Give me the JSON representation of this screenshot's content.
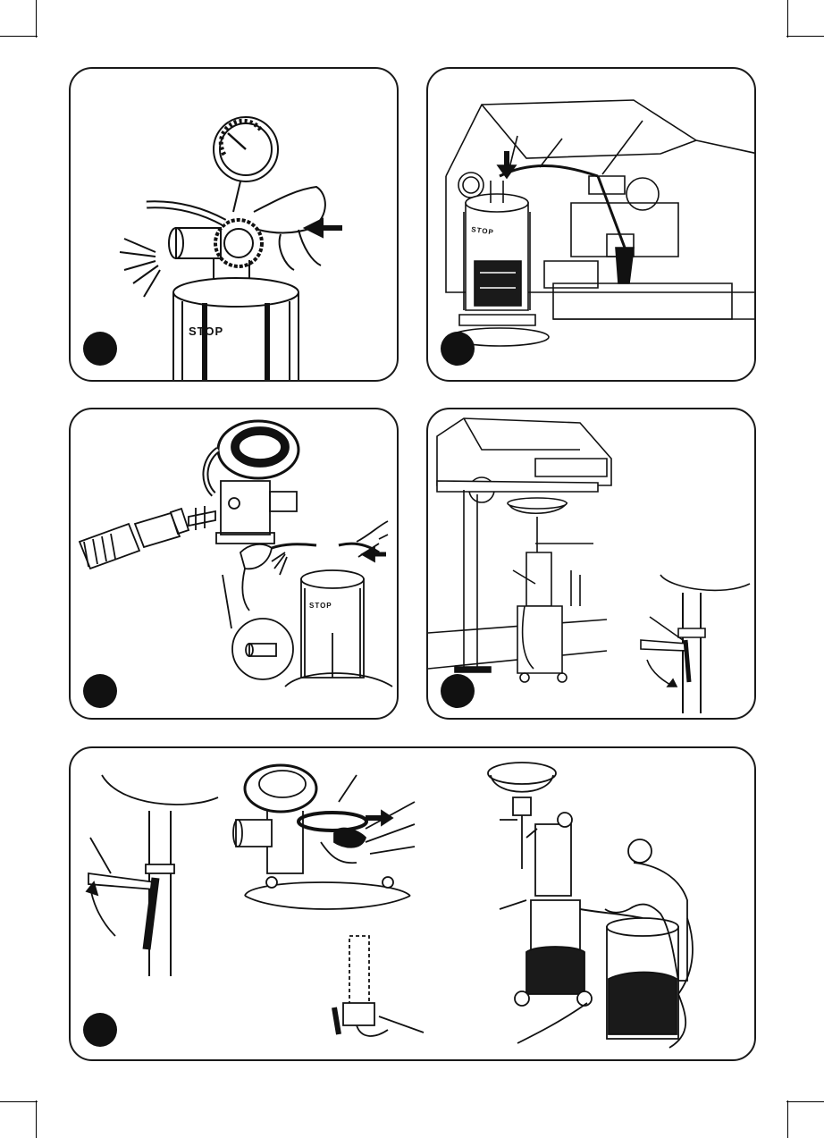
{
  "document": {
    "type": "illustrated instruction sheet",
    "panel_count": 5,
    "step_badges": [
      "",
      "",
      "",
      "",
      ""
    ],
    "printed_labels": {
      "tank_label_1": "STOP",
      "tank_label_2": "STOP",
      "tank_label_3": "STOP"
    }
  },
  "icons": {
    "step_badge": "filled-black-circle",
    "direction_arrow": "black-arrow",
    "rotation_arrow": "curved-arrow"
  },
  "colors": {
    "ink": "#111111",
    "paper": "#ffffff",
    "oil": "#1a1a1a",
    "shade": "#cfcfcf"
  }
}
